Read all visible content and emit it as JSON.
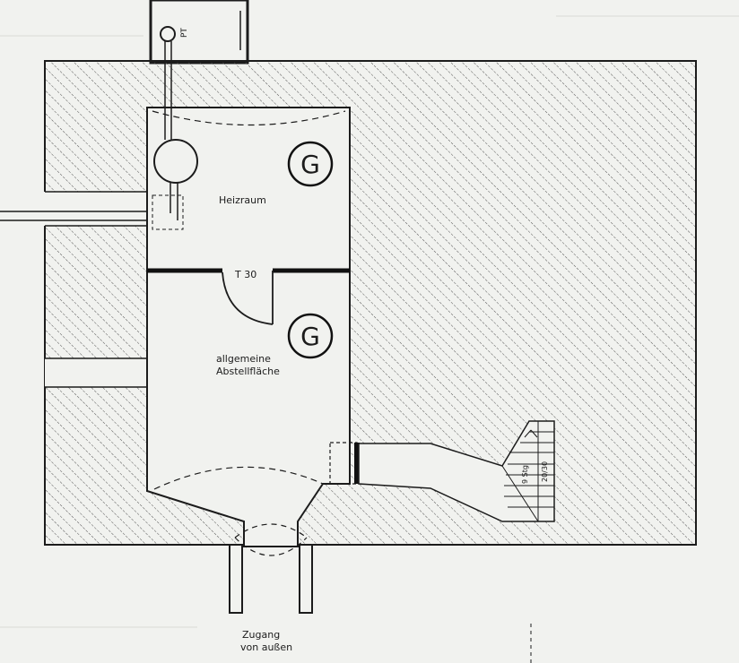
{
  "rooms": {
    "heizraum": {
      "label": "Heizraum",
      "marker": "G"
    },
    "abstell": {
      "label_line1": "allgemeine",
      "label_line2": "Abstellfläche",
      "marker": "G"
    }
  },
  "door": {
    "label": "T 30"
  },
  "chimney": {
    "label": "PT"
  },
  "stair": {
    "steps_label": "9 Stg",
    "ratio_label": "20/30"
  },
  "entrance": {
    "line1": "Zugang",
    "line2": "von außen"
  },
  "colors": {
    "paper": "#f1f2ef",
    "ink": "#1c1c1c",
    "hatch": "#555555"
  }
}
